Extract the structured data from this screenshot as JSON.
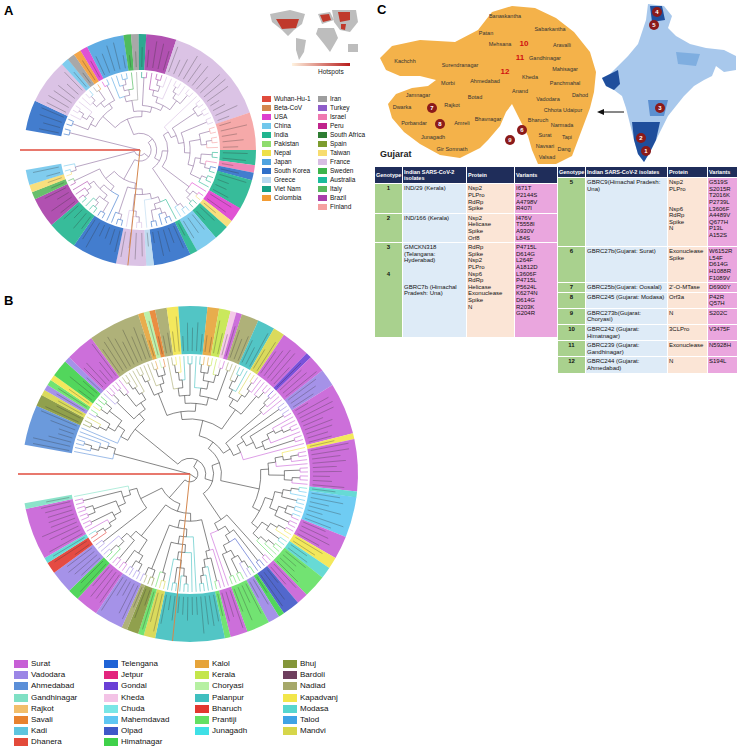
{
  "diagram": {
    "labels": [
      "A",
      "B",
      "C",
      "Hotspots",
      "Gujarat",
      "Kachchh",
      "Banaskantha",
      "Patan",
      "Mehsana",
      "Sabarkantha",
      "Aravalli",
      "Gandhinagar",
      "Surendranagar",
      "Ahmedabad",
      "Kheda",
      "Mahisagar",
      "Panchmahal",
      "Dahod",
      "Morbi",
      "Anand",
      "Botad",
      "Vadodara",
      "Jamnagar",
      "Rajkot",
      "Dwarka",
      "Chhota Udaipur",
      "Porbandar",
      "Junagadh",
      "Amreli",
      "Bhavnagar",
      "Gir Somnath",
      "Bharuch",
      "Narmada",
      "Surat",
      "Tapi",
      "Navsari",
      "Dang",
      "Valsad",
      "10",
      "11",
      "12",
      "7",
      "8",
      "9",
      "6",
      "4",
      "5",
      "3",
      "2",
      "1",
      "Genotype",
      "Indian SARS-CoV-2 isolates",
      "Protein",
      "Variants",
      "Genotype",
      "Indian SARS-CoV-2 isolates",
      "Protein",
      "Variants",
      "1",
      "IND/29 (Kerala)",
      "Nsp2",
      "PLPro",
      "RdRp",
      "Spike",
      "I671T",
      "P2144S",
      "A4798V",
      "R407I",
      "2",
      "IND/166 (Kerala)",
      "Nsp2",
      "Helicase",
      "Spike",
      "Orf8",
      "I476V",
      "T5558I",
      "A930V",
      "L84S",
      "3",
      "4",
      "GMCKN318 (Telangana: Hyderabad)",
      "GBRC7b (Himachal Pradesh: Una)",
      "RdRp",
      "Spike",
      "Nsp2",
      "PLPro",
      "Nsp6",
      "RdRp",
      "Helicase",
      "Exonuclease",
      "Spike",
      "N",
      "P4715L",
      "D614G",
      "L264F",
      "A1812D",
      "L3606F",
      "P4715L",
      "P5624L",
      "K6274N",
      "D614G",
      "R203K",
      "G204R",
      "5",
      "GBRC9(Himachal Pradesh: Una)",
      "Nsp2",
      "PLPro",
      "Nsp6",
      "RdRp",
      "Spike",
      "N",
      "G519S",
      "S2015R",
      "T2016K",
      "P2739L",
      "L3606F",
      "A4489V",
      "Q677H",
      "P13L",
      "A152S",
      "6",
      "GBRC27b(Gujarat: Surat)",
      "Exonuclease",
      "Spike",
      "W6152R",
      "L54F",
      "D614G",
      "H1088R",
      "F1089V",
      "7",
      "GBRC25b(Gujarat: Oosalal)",
      "2'-O-MTase",
      "D6900Y",
      "8",
      "GBRC245 (Gujarat: Modasa)",
      "Orf3a",
      "P42R",
      "Q57H",
      "9",
      "GBRC273b(Gujarat: Choryasi)",
      "N",
      "S202C",
      "10",
      "GBRC242 (Gujarat: Himatnagar)",
      "3CLPro",
      "V3475F",
      "11",
      "GBRC239 (Gujarat: Gandhinagar)",
      "Exonuclease",
      "N5928H",
      "12",
      "GBRC244 (Gujarat: Ahmedabad)",
      "N",
      "S194L"
    ],
    "legend": [
      {
        "text": "Wuhan-Hu-1",
        "color": "#e04b3c"
      },
      {
        "text": "Beta-CoV",
        "color": "#d4874e"
      },
      {
        "text": "USA",
        "color": "#dd3fcf"
      },
      {
        "text": "China",
        "color": "#72c7ec"
      },
      {
        "text": "India",
        "color": "#21b58f"
      },
      {
        "text": "Pakistan",
        "color": "#8fdc6e"
      },
      {
        "text": "Nepal",
        "color": "#eee04a"
      },
      {
        "text": "Japan",
        "color": "#4fa3e0"
      },
      {
        "text": "South Korea",
        "color": "#2f6fc9"
      },
      {
        "text": "Greece",
        "color": "#b8d8f0"
      },
      {
        "text": "Viet Nam",
        "color": "#16a085"
      },
      {
        "text": "Colombia",
        "color": "#f39c34"
      },
      {
        "text": "Iran",
        "color": "#9e9e9e"
      },
      {
        "text": "Turkey",
        "color": "#8e5cc9"
      },
      {
        "text": "Israel",
        "color": "#ef79b0"
      },
      {
        "text": "Peru",
        "color": "#c0248c"
      },
      {
        "text": "South Africa",
        "color": "#2e7d32"
      },
      {
        "text": "Spain",
        "color": "#7c9c2e"
      },
      {
        "text": "Taiwan",
        "color": "#f7dc6f"
      },
      {
        "text": "France",
        "color": "#d7bde2"
      },
      {
        "text": "Sweden",
        "color": "#3cb44b"
      },
      {
        "text": "Australia",
        "color": "#1abc9c"
      },
      {
        "text": "Italy",
        "color": "#58b85c"
      },
      {
        "text": "Brazil",
        "color": "#a93ea9"
      },
      {
        "text": "Finland",
        "color": "#f5a0a0"
      },
      {
        "text": "Surat",
        "color": "#c75fd6"
      },
      {
        "text": "Vadodara",
        "color": "#9b86e6"
      },
      {
        "text": "Ahmedabad",
        "color": "#5b8fd8"
      },
      {
        "text": "Gandhinagar",
        "color": "#7fe0c4"
      },
      {
        "text": "Rajkot",
        "color": "#f2be6a"
      },
      {
        "text": "Savali",
        "color": "#e8822e"
      },
      {
        "text": "Kadi",
        "color": "#5ec4de"
      },
      {
        "text": "Dhanera",
        "color": "#e34a3a"
      },
      {
        "text": "Telengana",
        "color": "#1f63d6"
      },
      {
        "text": "Jetpur",
        "color": "#e3247e"
      },
      {
        "text": "Gondal",
        "color": "#6a3fd6"
      },
      {
        "text": "Kheda",
        "color": "#f3c3e6"
      },
      {
        "text": "Chuda",
        "color": "#79e6e6"
      },
      {
        "text": "Mahemdavad",
        "color": "#5fc6f2"
      },
      {
        "text": "Olpad",
        "color": "#3f58c8"
      },
      {
        "text": "Himatnagar",
        "color": "#3fd14a"
      },
      {
        "text": "Kalol",
        "color": "#e6a43a"
      },
      {
        "text": "Kerala",
        "color": "#c4e64a"
      },
      {
        "text": "Choryasi",
        "color": "#b6f0a2"
      },
      {
        "text": "Palanpur",
        "color": "#3fbfbf"
      },
      {
        "text": "Bharuch",
        "color": "#e2372f"
      },
      {
        "text": "Prantiji",
        "color": "#63e063"
      },
      {
        "text": "Junagadh",
        "color": "#3fe0e6"
      },
      {
        "text": "Bhuj",
        "color": "#84963a"
      },
      {
        "text": "Bardoli",
        "color": "#6e3f5e"
      },
      {
        "text": "Nadiad",
        "color": "#a6a86a"
      },
      {
        "text": "Kapadvanj",
        "color": "#f2e64a"
      },
      {
        "text": "Modasa",
        "color": "#56d6d0"
      },
      {
        "text": "Talod",
        "color": "#3fa3e6"
      },
      {
        "text": "Mandvi",
        "color": "#d6d64a"
      }
    ]
  }
}
